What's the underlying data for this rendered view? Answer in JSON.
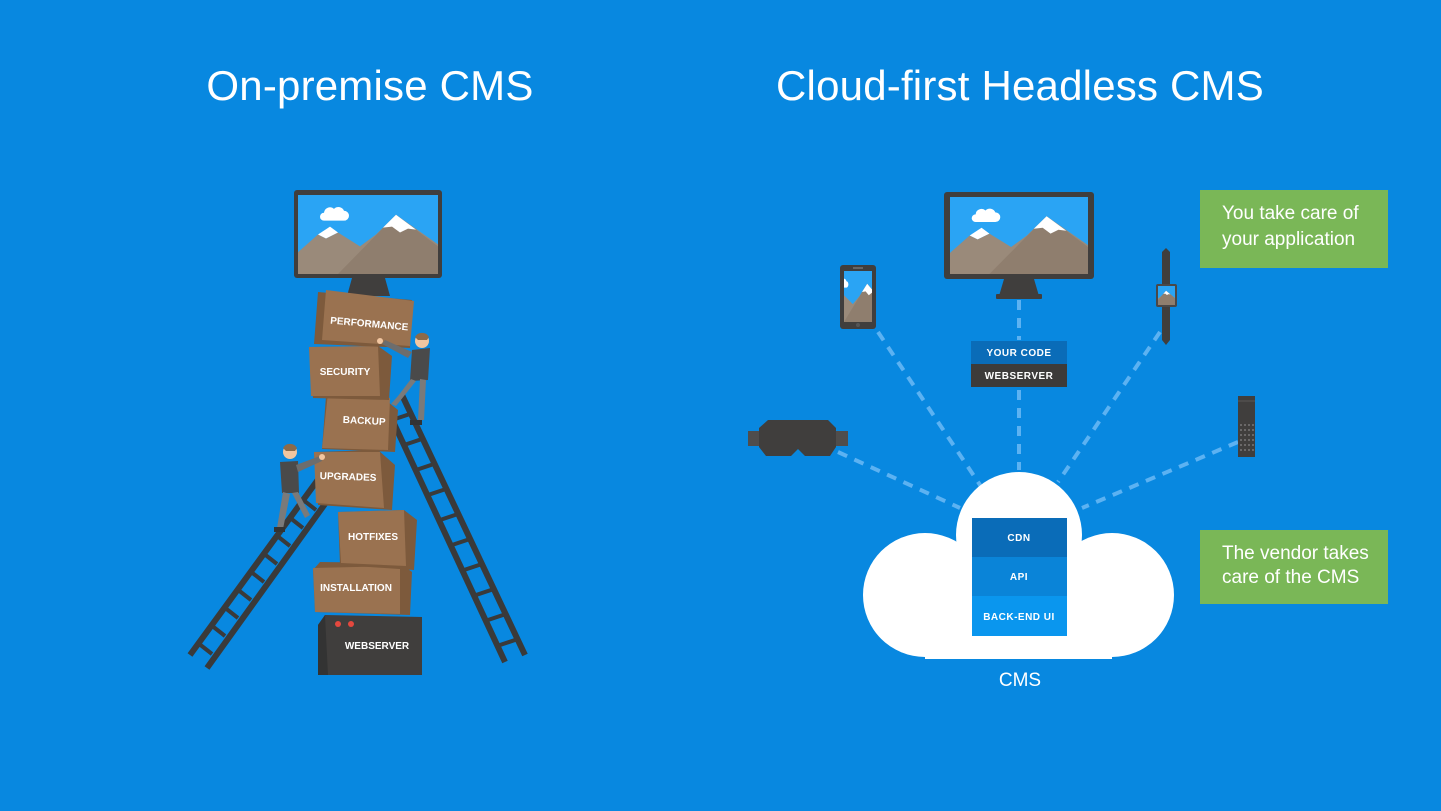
{
  "titles": {
    "left": "On-premise CMS",
    "right": "Cloud-first Headless CMS"
  },
  "on_premise": {
    "icons": [
      "monitor-icon",
      "ladder-icon",
      "worker-icon",
      "box-icon",
      "server-icon"
    ],
    "boxes": [
      "PERFORMANCE",
      "SECURITY",
      "BACKUP",
      "UPGRADES",
      "HOTFIXES",
      "INSTALLATION"
    ],
    "server_label": "WEBSERVER"
  },
  "headless": {
    "app_stack": {
      "top": "YOUR CODE",
      "bottom": "WEBSERVER"
    },
    "devices": [
      "monitor-icon",
      "phone-icon",
      "smartwatch-icon",
      "vr-headset-icon",
      "remote-control-icon"
    ],
    "cms_layers": [
      "CDN",
      "API",
      "BACK-END UI"
    ],
    "cms_label": "CMS",
    "notes": {
      "top": "You take care of your application",
      "bottom": "The vendor takes care of the CMS"
    }
  },
  "colors": {
    "background": "#0888e0",
    "note_green": "#7ab757",
    "cdn": "#0a6cb8",
    "api": "#0a84d8",
    "backend": "#0a96ee",
    "your_code": "#0a6cb8",
    "webserver": "#3d3b3a",
    "box": "#9a7250",
    "dark": "#403e3d"
  }
}
